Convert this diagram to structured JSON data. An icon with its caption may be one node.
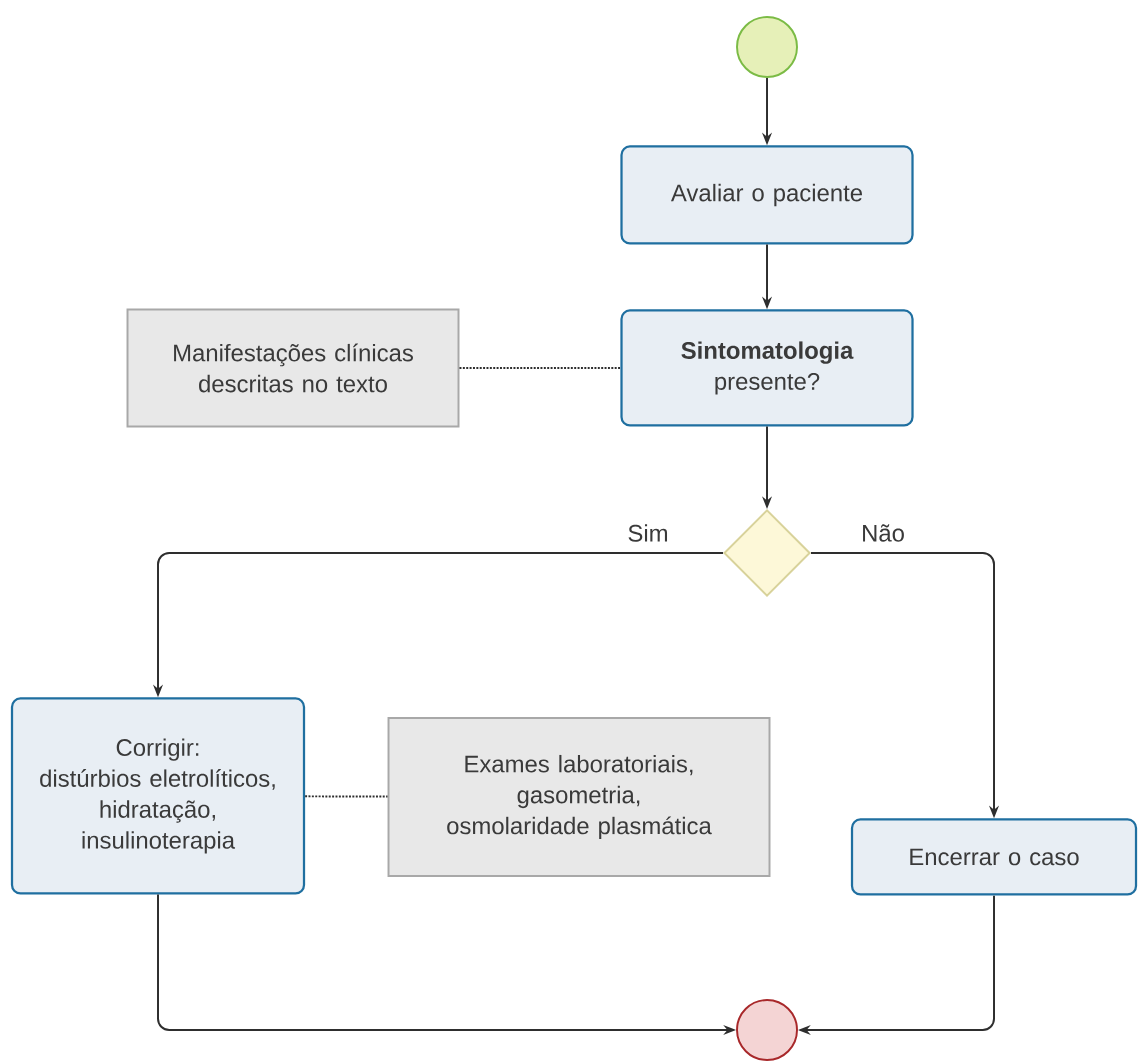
{
  "diagram": {
    "nodes": [
      {
        "text": [],
        "shape": "circle"
      },
      {
        "text": [
          "Avaliar o paciente"
        ]
      },
      {
        "text": [
          "**Sintomatologia** presente?"
        ]
      },
      {
        "text": [
          "Manifestações clínicas descritas no texto"
        ]
      },
      {
        "text": [],
        "shape": "diamond"
      },
      {
        "text": [
          "Corrigir:",
          "distúrbios eletrolíticos, hidratação, insulinoterapia"
        ]
      },
      {
        "text": [
          "Exames laboratoriais, gasometria, osmolaridade plasmática"
        ]
      },
      {
        "text": [
          "Encerrar o caso"
        ]
      },
      {
        "text": [],
        "shape": "circle"
      }
    ],
    "edges": [
      {
        "from": 0,
        "to": 1,
        "arrow": "to"
      },
      {
        "from": 1,
        "to": 2,
        "arrow": "to"
      },
      {
        "from": 3,
        "to": 2,
        "arrow": "none",
        "style": "dashed"
      },
      {
        "from": 2,
        "to": 4,
        "arrow": "to"
      },
      {
        "from": 4,
        "to": 5,
        "arrow": "to",
        "label": "Sim"
      },
      {
        "from": 4,
        "to": 7,
        "arrow": "to",
        "label": "Não"
      },
      {
        "from": 5,
        "to": 6,
        "arrow": "none",
        "style": "dashed"
      },
      {
        "from": 5,
        "to": 8,
        "arrow": "to"
      },
      {
        "from": 7,
        "to": 8,
        "arrow": "to"
      }
    ]
  }
}
